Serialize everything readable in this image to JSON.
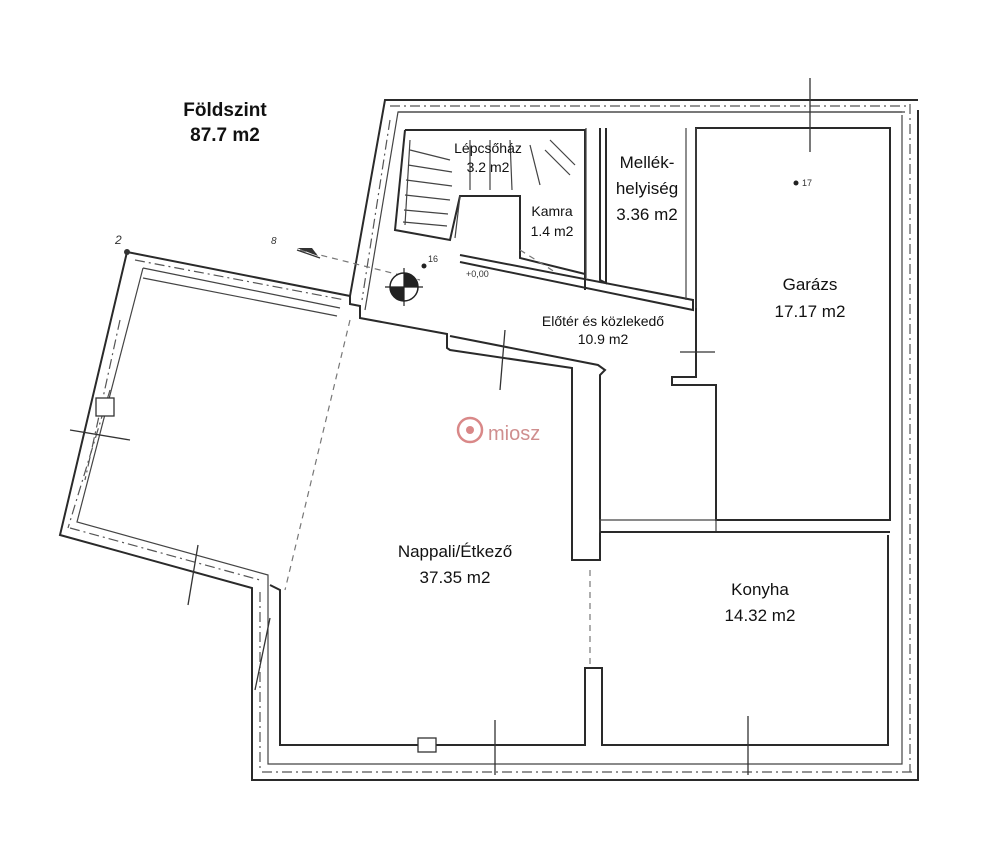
{
  "title": {
    "floor": "Földszint",
    "area": "87.7 m2"
  },
  "rooms": {
    "stair": {
      "name": "Lépcsőház",
      "area": "3.2 m2"
    },
    "kamra": {
      "name": "Kamra",
      "area": "1.4 m2"
    },
    "utility": {
      "name_line1": "Mellék-",
      "name_line2": "helyiség",
      "area": "3.36 m2"
    },
    "garage": {
      "name": "Garázs",
      "area": "17.17 m2"
    },
    "hall": {
      "name": "Előtér és közlekedő",
      "area": "10.9 m2"
    },
    "living": {
      "name": "Nappali/Étkező",
      "area": "37.35 m2"
    },
    "kitchen": {
      "name": "Konyha",
      "area": "14.32 m2"
    }
  },
  "markers": {
    "level": "+0,00",
    "point_16": "16",
    "point_17": "17",
    "grid_2": "2",
    "grid_8": "8"
  },
  "watermark": {
    "text": "miosz",
    "color": "#c0392b"
  },
  "colors": {
    "line": "#2a2a2a",
    "background": "#ffffff"
  }
}
